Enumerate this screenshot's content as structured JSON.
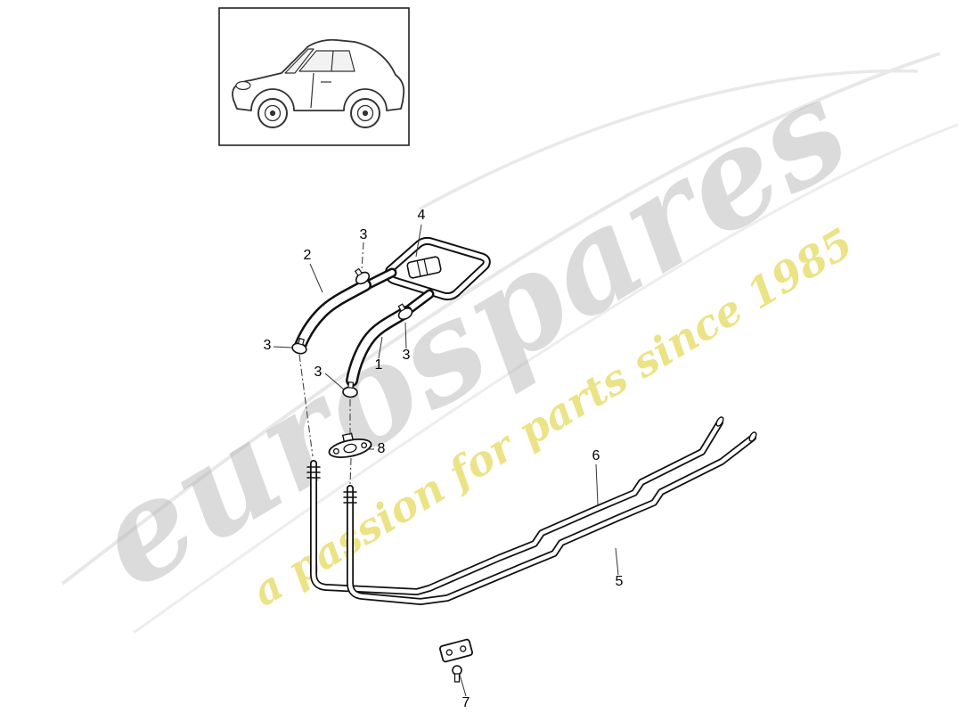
{
  "page": {
    "background": "#ffffff",
    "line_color": "#111111"
  },
  "watermark": {
    "brand": "eurospares",
    "tagline": "a passion for parts since 1985",
    "brand_color": "#b0b0b0",
    "tagline_color": "#ded23c"
  },
  "thumbnail": {
    "icon": "porsche-coupe-side-view-icon"
  },
  "callouts": [
    {
      "part": "4"
    },
    {
      "part": "3"
    },
    {
      "part": "2"
    },
    {
      "part": "3"
    },
    {
      "part": "1"
    },
    {
      "part": "3"
    },
    {
      "part": "3"
    },
    {
      "part": "8"
    },
    {
      "part": "6"
    },
    {
      "part": "5"
    },
    {
      "part": "7"
    }
  ]
}
